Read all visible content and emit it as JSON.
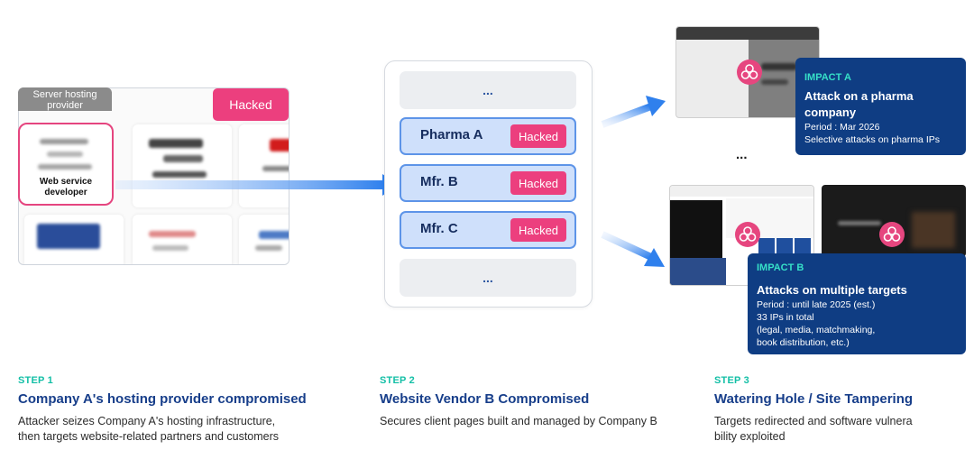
{
  "panel1": {
    "tag": "Server hosting provider",
    "hacked_badge": "Hacked",
    "developer_label": "Web service developer"
  },
  "panel2": {
    "top_placeholder": "...",
    "rows": [
      {
        "label": "Pharma A",
        "badge": "Hacked"
      },
      {
        "label": "Mfr. B",
        "badge": "Hacked"
      },
      {
        "label": "Mfr. C",
        "badge": "Hacked"
      }
    ],
    "bottom_placeholder": "..."
  },
  "panel3": {
    "ellipsis": "...",
    "impact_a": {
      "tag": "IMPACT A",
      "title": "Attack on a pharma company",
      "lines": [
        "Period : Mar 2026",
        "Selective attacks on pharma IPs"
      ]
    },
    "impact_b": {
      "tag": "IMPACT B",
      "title": "Attacks on multiple targets",
      "lines": [
        "Period : until late 2025 (est.)",
        "33 IPs in total",
        "(legal, media, matchmaking,",
        "book distribution, etc.)"
      ]
    }
  },
  "steps": [
    {
      "label": "STEP 1",
      "title": "Company A's hosting provider compromised",
      "desc": [
        "Attacker seizes Company A's hosting infrastructure,",
        "then targets website-related partners and customers"
      ]
    },
    {
      "label": "STEP 2",
      "title": "Website Vendor B Compromised",
      "desc": [
        "Secures client pages built and managed by Company B"
      ]
    },
    {
      "label": "STEP 3",
      "title": "Watering Hole / Site Tampering",
      "desc": [
        "Targets redirected and software vulnera",
        "bility exploited"
      ]
    }
  ],
  "colors": {
    "hacked": "#ec3f7e",
    "row_fill": "#cfe0fb",
    "row_border": "#5d94e8",
    "impact_bg": "#0f3d83",
    "impact_tag": "#36e0c8",
    "step_label": "#13bfa6",
    "step_title": "#173e8a",
    "arrow": "#2f80ed"
  }
}
